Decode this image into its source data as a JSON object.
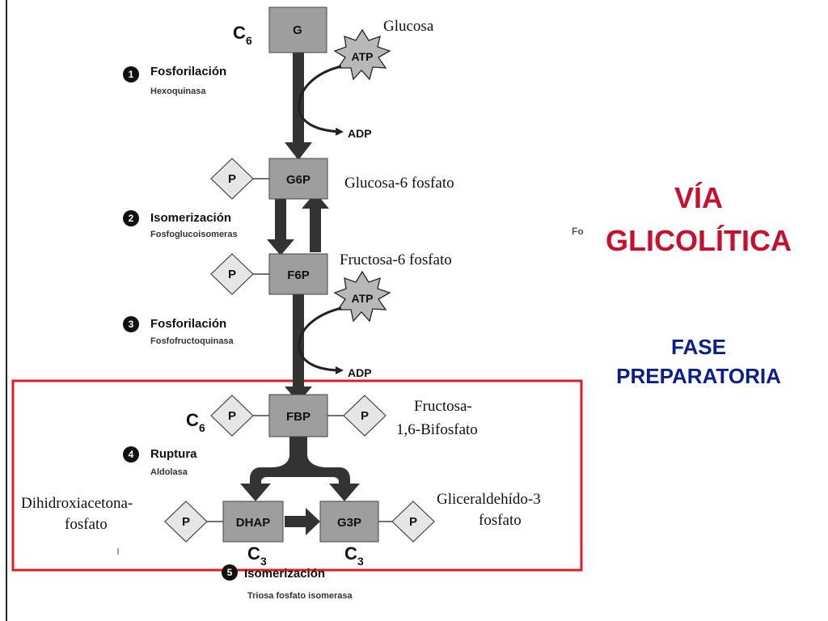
{
  "colors": {
    "box_fill": "#9e9e9e",
    "diamond_fill": "#e6e6e6",
    "arrow": "#333333",
    "highlight_border": "#e01b24",
    "title_red": "#c8102e",
    "title_blue": "#0a1e8c"
  },
  "title": {
    "line1": "VÍA",
    "line2": "GLICOLÍTICA",
    "subtitle_line1": "FASE",
    "subtitle_line2": "PREPARATORIA",
    "stray_text": "Fo"
  },
  "molecules": {
    "g": "G",
    "g6p": "G6P",
    "f6p": "F6P",
    "fbp": "FBP",
    "dhap": "DHAP",
    "g3p": "G3P"
  },
  "phosphate_label": "P",
  "names": {
    "glucosa": "Glucosa",
    "g6p": "Glucosa-6 fosfato",
    "f6p": "Fructosa-6 fosfato",
    "fbp_line1": "Fructosa-",
    "fbp_line2": "1,6-Bifosfato",
    "dhap_line1": "Dihidroxiacetona-",
    "dhap_line2": "fosfato",
    "g3p_line1": "Gliceraldehído-3",
    "g3p_line2": "fosfato"
  },
  "cofactors": {
    "atp1": "ATP",
    "adp1": "ADP",
    "atp2": "ATP",
    "adp2": "ADP"
  },
  "carbons": {
    "c": "C",
    "six": "6",
    "three": "3"
  },
  "steps": [
    {
      "number": "1",
      "title": "Fosforilación",
      "enzyme": "Hexoquinasa"
    },
    {
      "number": "2",
      "title": "Isomerización",
      "enzyme": "Fosfoglucoisomeras"
    },
    {
      "number": "3",
      "title": "Fosforilación",
      "enzyme": "Fosfofructoquinasa"
    },
    {
      "number": "4",
      "title": "Ruptura",
      "enzyme": "Aldolasa"
    },
    {
      "number": "5",
      "title": "Isomerización",
      "enzyme": "Triosa fosfato isomerasa"
    }
  ]
}
